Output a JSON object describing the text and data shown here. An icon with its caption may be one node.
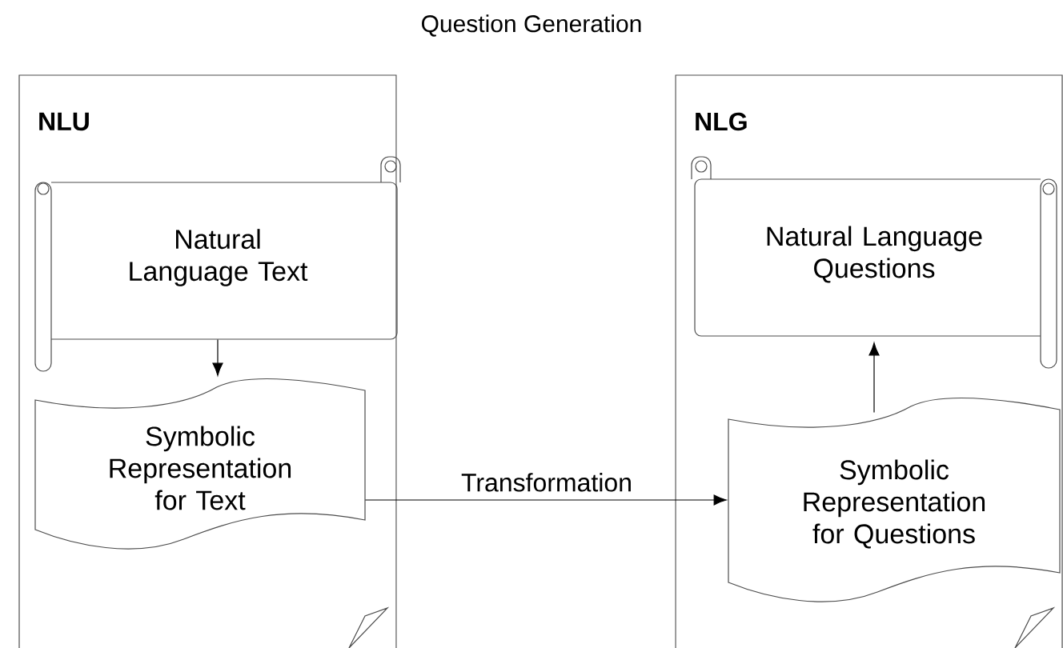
{
  "diagram": {
    "title": "Question Generation",
    "nodes": [
      {
        "text": [
          "NLU"
        ]
      },
      {
        "text": [
          "Natural Language Text"
        ],
        "in": 0
      },
      {
        "text": [
          "Symbolic Representation for Text"
        ],
        "in": 0
      },
      {
        "text": [
          "NLG"
        ]
      },
      {
        "text": [
          "Natural Language Questions"
        ],
        "in": 3
      },
      {
        "text": [
          "Symbolic Representation for Questions"
        ],
        "in": 3
      }
    ],
    "edges": [
      {
        "from": 1,
        "to": 2,
        "arrow": "to"
      },
      {
        "from": 2,
        "to": 5,
        "arrow": "to",
        "label": "Transformation"
      },
      {
        "from": 5,
        "to": 4,
        "arrow": "to"
      }
    ]
  }
}
